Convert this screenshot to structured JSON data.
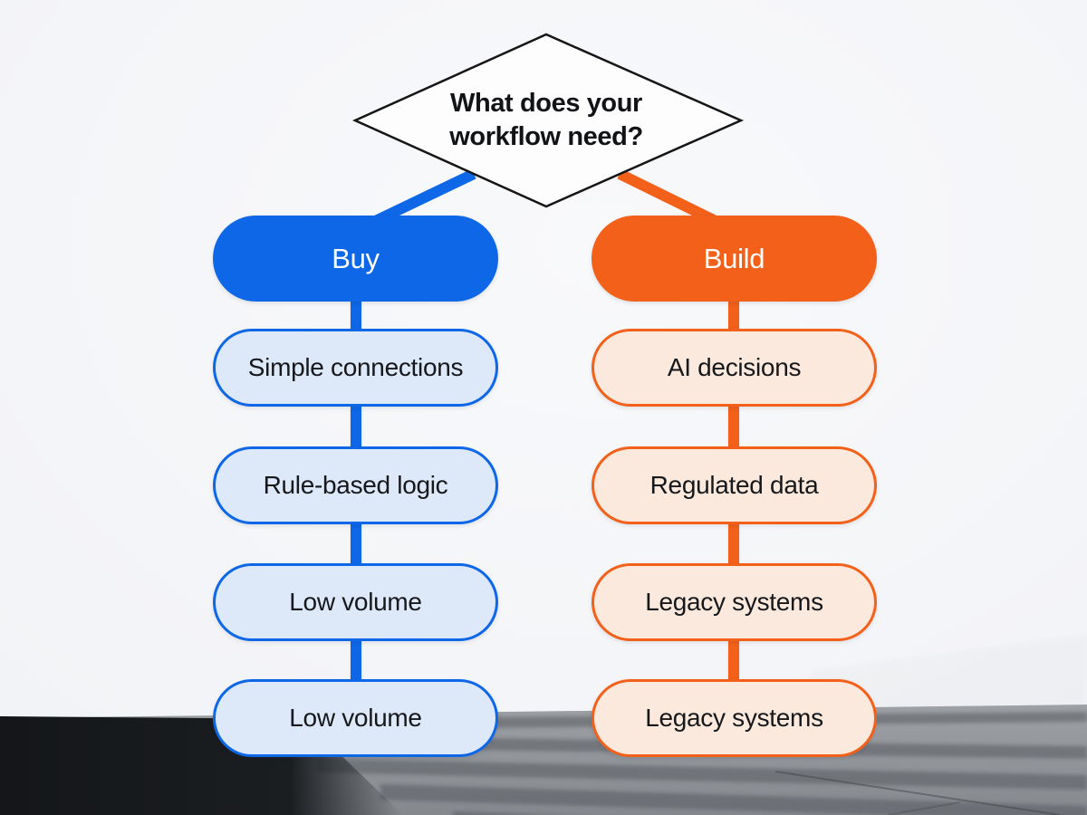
{
  "decision": {
    "question_line1": "What does your",
    "question_line2": "workflow need?"
  },
  "branches": [
    {
      "label": "Buy",
      "color": "#0e67e6",
      "item_fill": "#dde8f9",
      "items": [
        "Simple connections",
        "Rule-based logic",
        "Low volume",
        "Low volume"
      ]
    },
    {
      "label": "Build",
      "color": "#f2601a",
      "item_fill": "#fae9dc",
      "items": [
        "AI decisions",
        "Regulated data",
        "Legacy systems",
        "Legacy systems"
      ]
    }
  ],
  "scene": {
    "diamond_fill": "#fdfdfe",
    "diamond_stroke": "#151515",
    "floor_color": "#94979b",
    "floor_shadow_color": "#5f6267",
    "dark_corner_color": "#17191c"
  }
}
